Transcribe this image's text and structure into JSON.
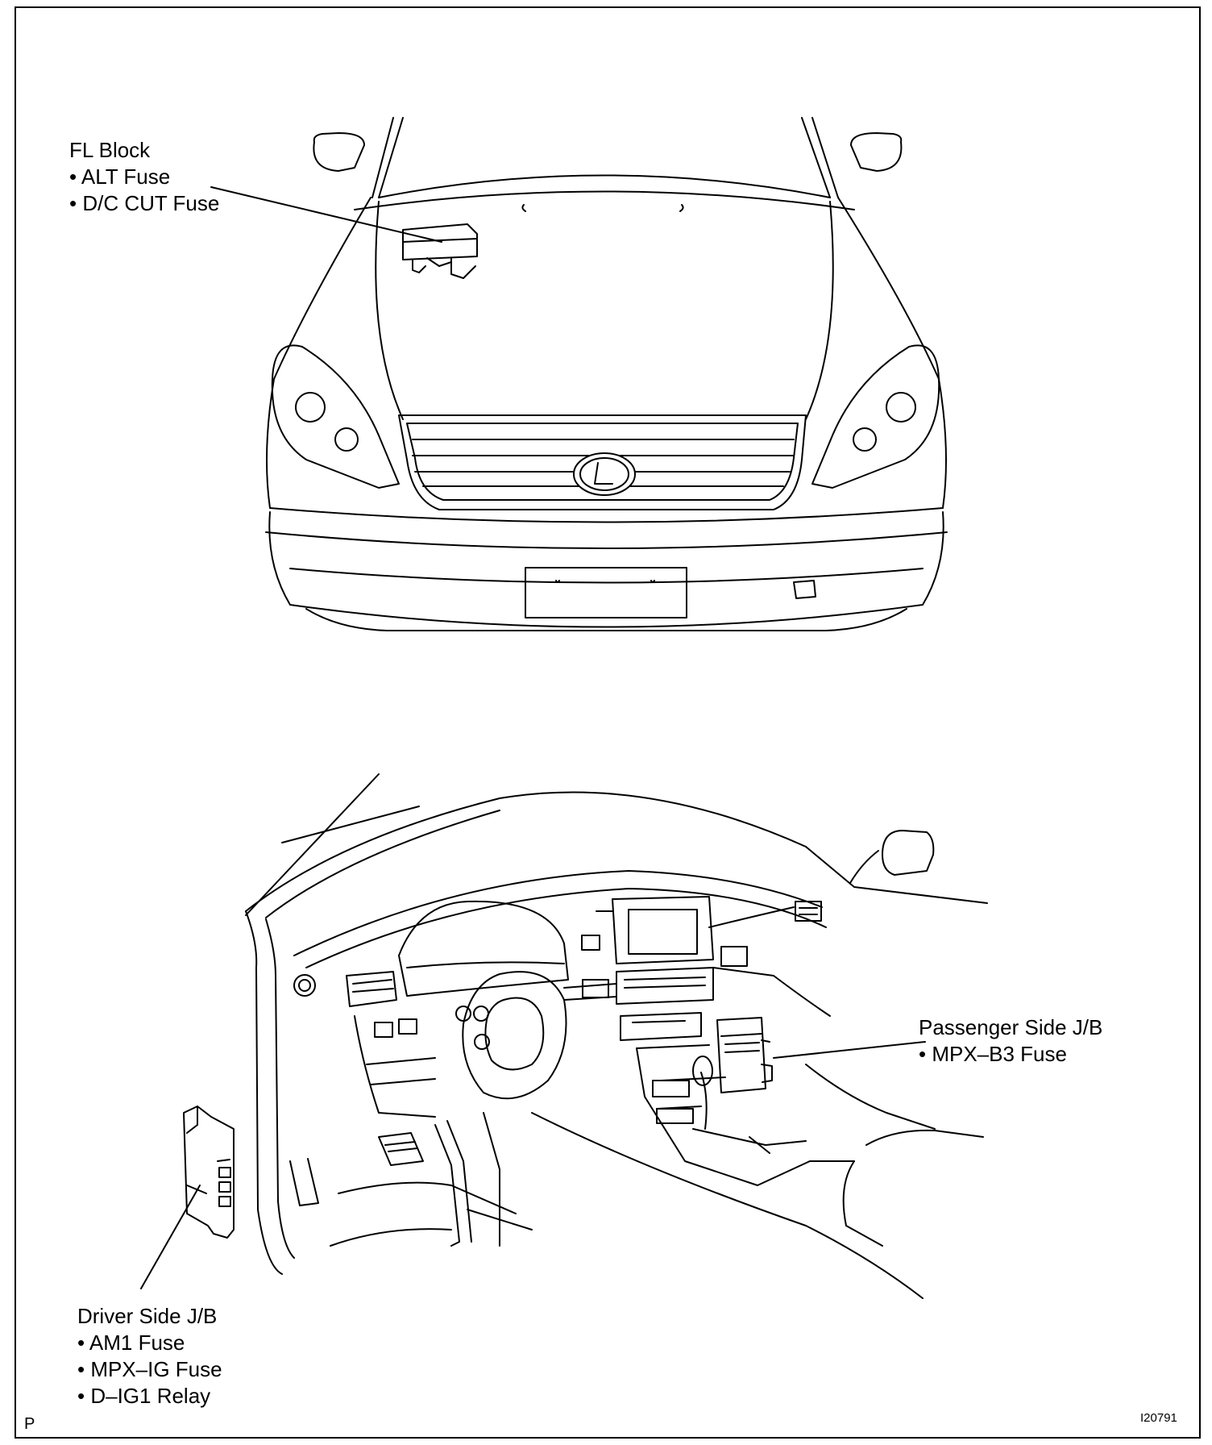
{
  "callouts": {
    "fl_block": {
      "title": "FL Block",
      "items": [
        "• ALT Fuse",
        "• D/C CUT Fuse"
      ]
    },
    "passenger_jb": {
      "title": "Passenger Side J/B",
      "items": [
        "• MPX–B3 Fuse"
      ]
    },
    "driver_jb": {
      "title": "Driver Side J/B",
      "items": [
        "• AM1 Fuse",
        "• MPX–IG Fuse",
        "• D–IG1 Relay"
      ]
    }
  },
  "corner_letter": "P",
  "figure_code": "I20791"
}
